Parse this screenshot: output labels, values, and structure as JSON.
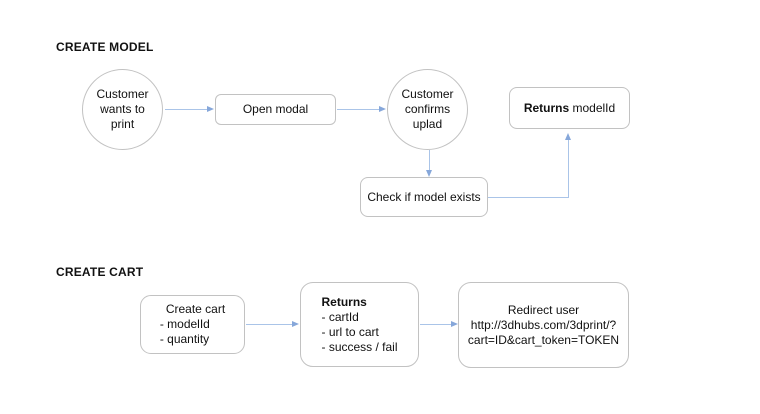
{
  "colors": {
    "background": "#ffffff",
    "node_border": "#c2c2c2",
    "arrow_line": "#aac4e8",
    "arrow_head": "#86a7da",
    "text": "#111111"
  },
  "sections": {
    "create_model": {
      "title": "CREATE MODEL",
      "nodes": {
        "customer_wants": {
          "lines": [
            "Customer",
            "wants to",
            "print"
          ]
        },
        "open_modal": {
          "label": "Open modal"
        },
        "customer_confirms": {
          "lines": [
            "Customer",
            "confirms",
            "uplad"
          ]
        },
        "returns_modelid": {
          "bold": "Returns",
          "rest": " modelId"
        },
        "check_model": {
          "label": "Check if model exists"
        }
      }
    },
    "create_cart": {
      "title": "CREATE CART",
      "nodes": {
        "create_cart": {
          "lines": [
            "Create cart",
            "- modelId",
            "- quantity"
          ]
        },
        "returns": {
          "bold": "Returns",
          "items": [
            "- cartId",
            "- url to cart",
            "- success / fail"
          ]
        },
        "redirect": {
          "lines": [
            "Redirect user",
            "http://3dhubs.com/3dprint/?",
            "cart=ID&cart_token=TOKEN"
          ]
        }
      }
    }
  }
}
